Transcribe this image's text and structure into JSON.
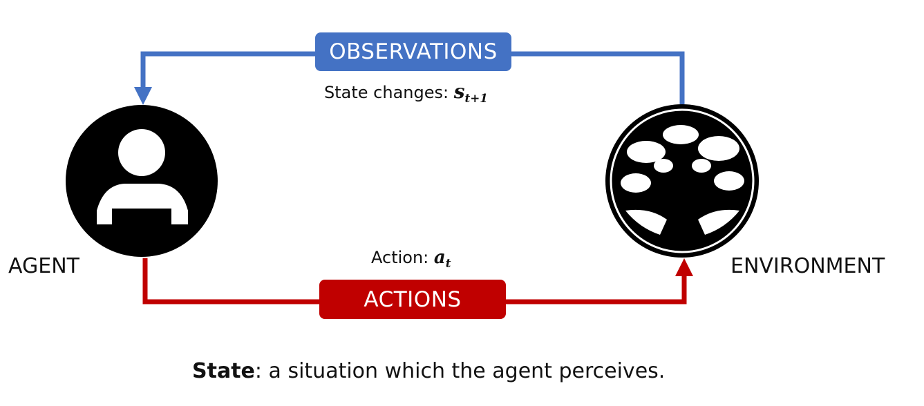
{
  "observations_label": "OBSERVATIONS",
  "actions_label": "ACTIONS",
  "state_changes_text": "State changes: ",
  "state_symbol": "s",
  "state_subscript": "t+1",
  "action_text": "Action: ",
  "action_symbol": "a",
  "action_subscript": "t",
  "agent_label": "AGENT",
  "environment_label": "ENVIRONMENT",
  "caption_term": "State",
  "caption_rest": ": a situation which the agent perceives.",
  "colors": {
    "observations": "#4472C4",
    "actions": "#C00000"
  }
}
